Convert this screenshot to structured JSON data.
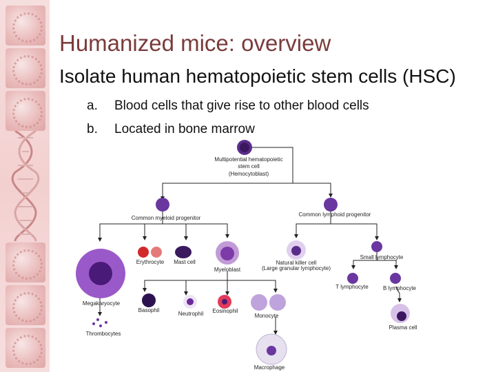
{
  "slide": {
    "title": "Humanized mice: overview",
    "subtitle": "Isolate human hematopoietic stem cells (HSC)",
    "items": [
      {
        "marker": "a.",
        "text": "Blood cells that give rise to other blood cells"
      },
      {
        "marker": "b.",
        "text": "Located in bone marrow"
      }
    ]
  },
  "diagram": {
    "root_l1": "Multipotential hematopoietic",
    "root_l2": "stem cell",
    "root_l3": "(Hemocytoblast)",
    "myeloid": "Common myeloid progenitor",
    "lymphoid": "Common lymphoid progenitor",
    "megakaryocyte": "Megakaryocyte",
    "thrombocytes": "Thrombocytes",
    "erythrocyte": "Erythrocyte",
    "mast_cell": "Mast cell",
    "myeloblast": "Myeloblast",
    "basophil": "Basophil",
    "neutrophil": "Neutrophil",
    "eosinophil": "Eosinophil",
    "monocyte": "Monocyte",
    "macrophage": "Macrophage",
    "nk_l1": "Natural killer cell",
    "nk_l2": "(Large granular lymphocyte)",
    "small_lymphocyte": "Small lymphocyte",
    "t_lymphocyte": "T lymphocyte",
    "b_lymphocyte": "B lymphocyte",
    "plasma_cell": "Plasma cell"
  }
}
